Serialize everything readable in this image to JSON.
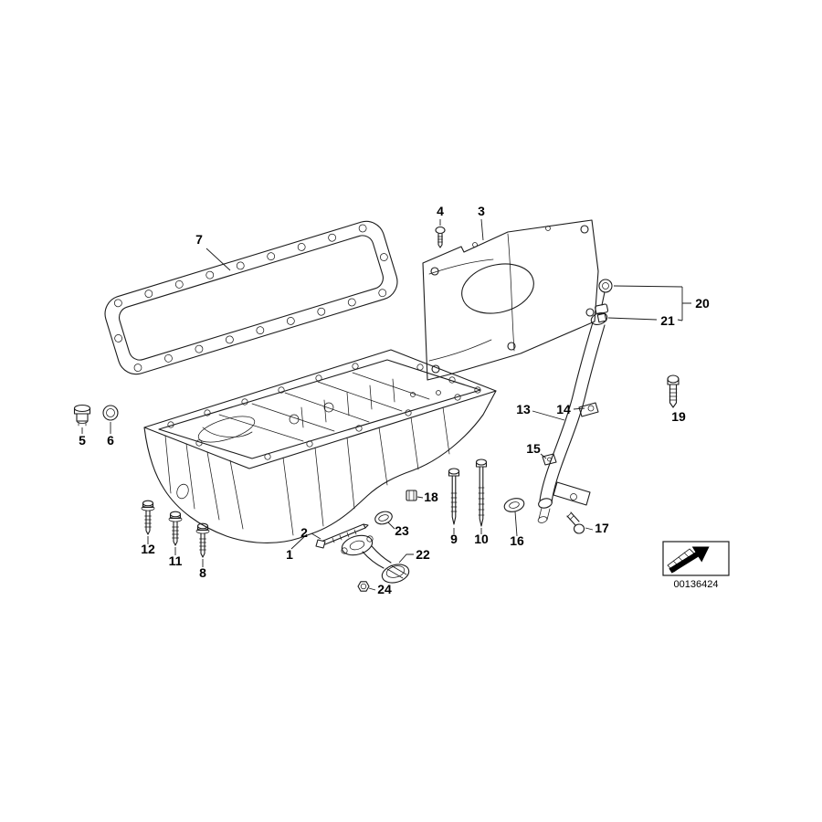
{
  "diagram": {
    "kind": "exploded-parts-diagram",
    "colors": {
      "background": "#ffffff",
      "line": "#1c1c1c"
    },
    "document_number": "00136424",
    "callout_labels": [
      "1",
      "2",
      "3",
      "4",
      "5",
      "6",
      "7",
      "8",
      "9",
      "10",
      "11",
      "12",
      "13",
      "14",
      "15",
      "16",
      "17",
      "18",
      "19",
      "20",
      "21",
      "22",
      "23",
      "24"
    ]
  }
}
